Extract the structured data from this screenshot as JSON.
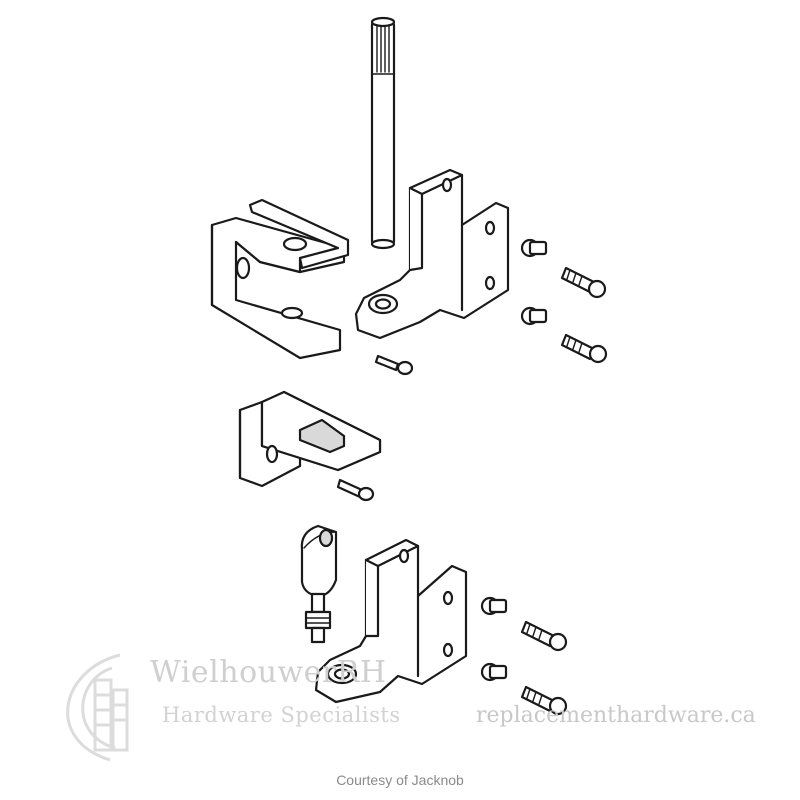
{
  "watermark": {
    "brand": "WielhouwerRH",
    "tagline": "Hardware Specialists",
    "url": "replacementhardware.ca",
    "logo_icon": "building-logo-icon",
    "color": "#d0d0d0"
  },
  "credit": "Courtesy of Jacknob",
  "colors": {
    "line": "#1a1a1a",
    "background": "#ffffff",
    "watermark": "#d0d0d0"
  }
}
